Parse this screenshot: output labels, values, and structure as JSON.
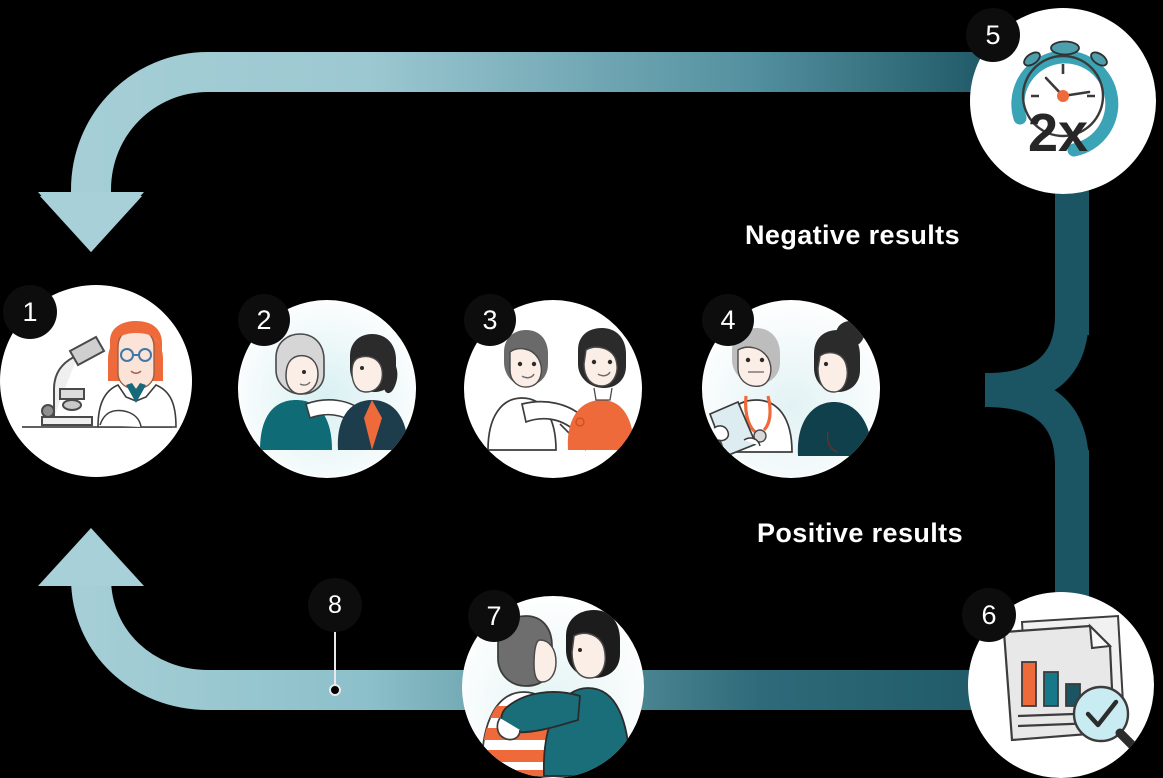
{
  "diagram": {
    "title": "Clinical trial patient journey flow",
    "background_color": "#000000",
    "ribbon_light_color": "#a5ced6",
    "ribbon_dark_color": "#1b5462",
    "arrow_color": "#a5ced6",
    "badge_color": "#0d0d0d",
    "badge_text_color": "#ffffff",
    "disc_color": "#ffffff",
    "accent_orange": "#ee6a3a",
    "accent_teal": "#17697a"
  },
  "labels": {
    "negative": "Negative results",
    "positive": "Positive results"
  },
  "timer": {
    "multiplier": "2x"
  },
  "nodes": [
    {
      "id": "1",
      "number": "1",
      "name": "lab-researcher-microscope",
      "alt": "Researcher in white coat at microscope"
    },
    {
      "id": "2",
      "number": "2",
      "name": "clinician-greeting-patient",
      "alt": "Clinician greeting an older patient"
    },
    {
      "id": "3",
      "number": "3",
      "name": "blood-draw-patient",
      "alt": "Clinician taking a sample from a patient"
    },
    {
      "id": "4",
      "number": "4",
      "name": "doctor-reviewing-results",
      "alt": "Doctor reviewing results with a patient"
    },
    {
      "id": "5",
      "number": "5",
      "name": "stopwatch-double-time",
      "alt": "Stopwatch showing 2x duration"
    },
    {
      "id": "6",
      "number": "6",
      "name": "report-magnifier-check",
      "alt": "Report with chart, magnifier and check mark"
    },
    {
      "id": "7",
      "number": "7",
      "name": "patients-supporting",
      "alt": "Two people embracing in support"
    },
    {
      "id": "8",
      "number": "8",
      "name": "journey-marker-pin",
      "alt": "Marker pin on the return path"
    }
  ]
}
